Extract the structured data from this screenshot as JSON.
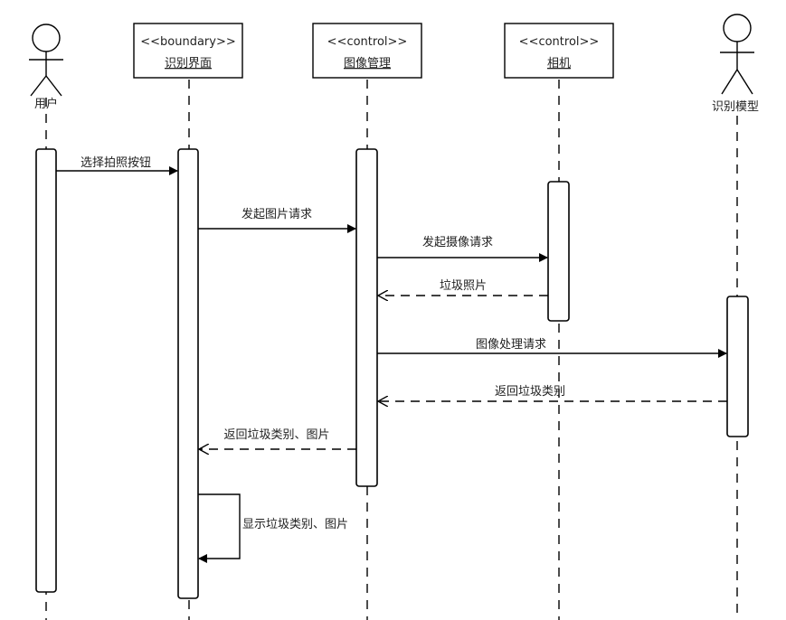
{
  "actors": [
    {
      "id": "user",
      "label": "用户"
    },
    {
      "id": "model",
      "label": "识别模型"
    }
  ],
  "objects": [
    {
      "id": "ui",
      "stereotype": "<<boundary>>",
      "name": "识别界面"
    },
    {
      "id": "img",
      "stereotype": "<<control>>",
      "name": "图像管理"
    },
    {
      "id": "cam",
      "stereotype": "<<control>>",
      "name": "相机"
    }
  ],
  "messages": [
    {
      "id": "m1",
      "from": "user",
      "to": "ui",
      "label": "选择拍照按钮",
      "style": "solid"
    },
    {
      "id": "m2",
      "from": "ui",
      "to": "img",
      "label": "发起图片请求",
      "style": "solid"
    },
    {
      "id": "m3",
      "from": "img",
      "to": "cam",
      "label": "发起摄像请求",
      "style": "solid"
    },
    {
      "id": "m4",
      "from": "cam",
      "to": "img",
      "label": "垃圾照片",
      "style": "dashed"
    },
    {
      "id": "m5",
      "from": "img",
      "to": "model",
      "label": "图像处理请求",
      "style": "solid"
    },
    {
      "id": "m6",
      "from": "model",
      "to": "img",
      "label": "返回垃圾类别",
      "style": "dashed"
    },
    {
      "id": "m7",
      "from": "img",
      "to": "ui",
      "label": "返回垃圾类别、图片",
      "style": "dashed"
    },
    {
      "id": "m8",
      "from": "ui",
      "to": "ui",
      "label": "显示垃圾类别、图片",
      "style": "solid"
    }
  ]
}
